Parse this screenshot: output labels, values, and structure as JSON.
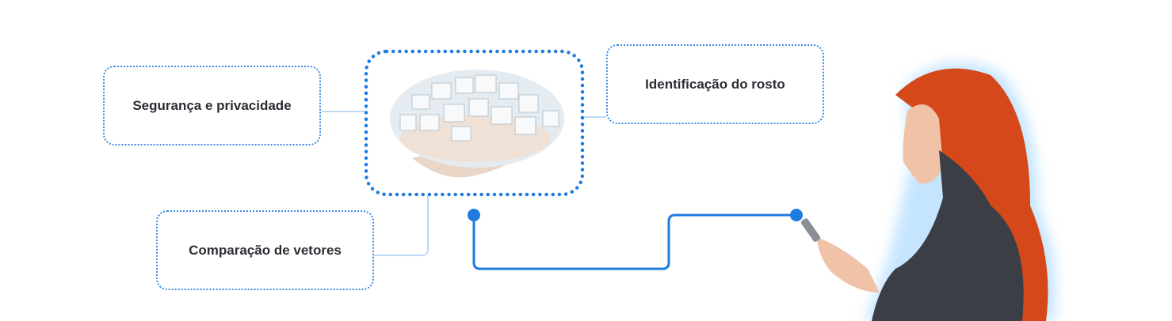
{
  "diagram": {
    "nodes": [
      {
        "id": "security",
        "label": "Segurança e privacidade"
      },
      {
        "id": "face-id",
        "label": "Identificação do rosto"
      },
      {
        "id": "vectors",
        "label": "Comparação de vetores"
      }
    ],
    "center_image": "brain-icon",
    "person_image": "woman-with-phone",
    "colors": {
      "accent": "#1e7ce0",
      "connector_light": "#bcdaf5",
      "text": "#2b2d33"
    }
  }
}
